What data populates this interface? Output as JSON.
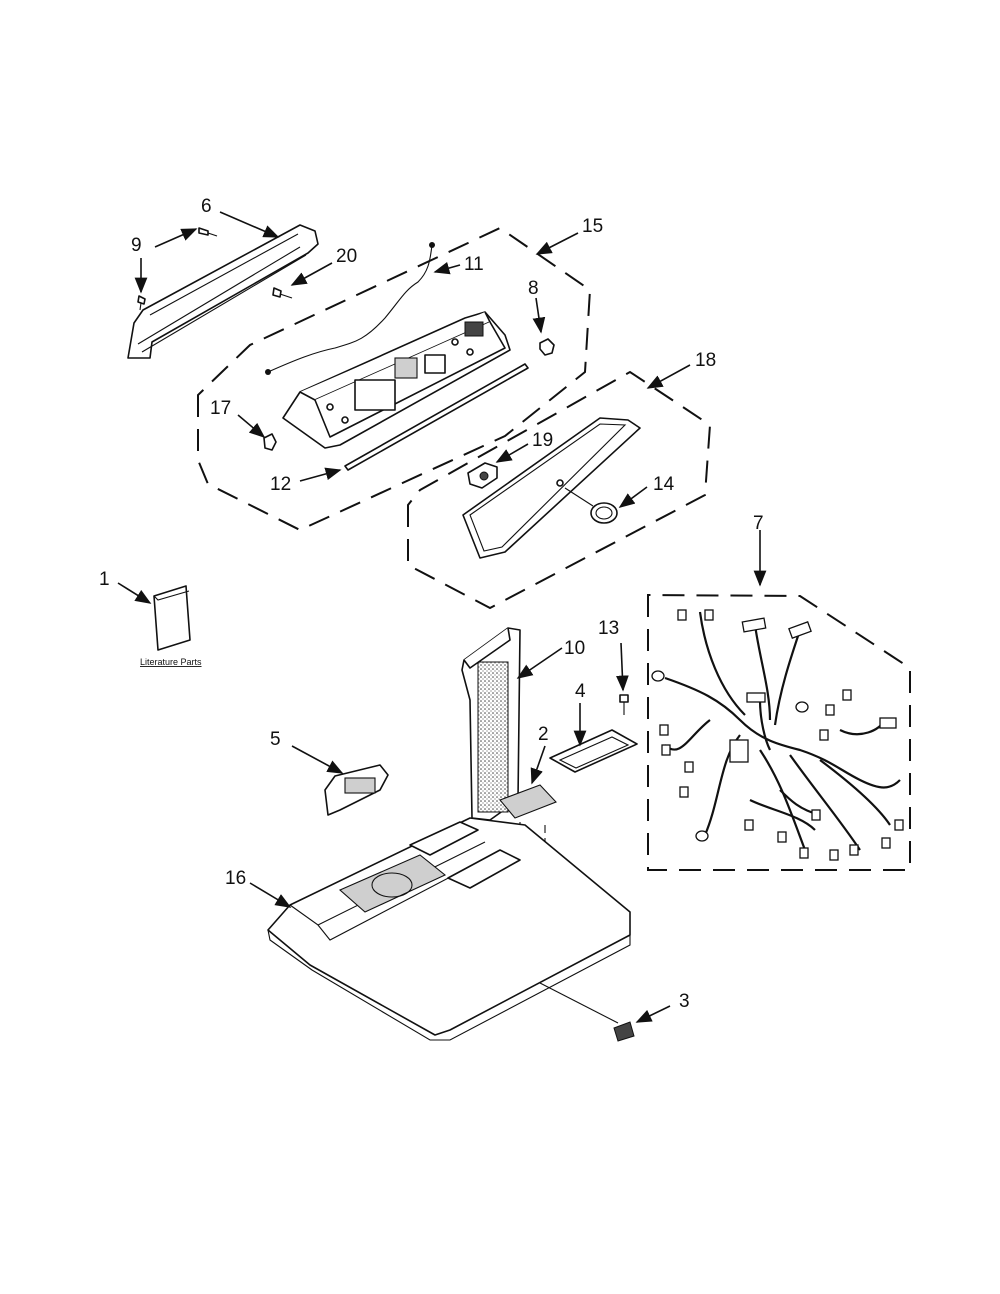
{
  "callouts": {
    "c1": "1",
    "c2": "2",
    "c3": "3",
    "c4": "4",
    "c5": "5",
    "c6": "6",
    "c7": "7",
    "c8": "8",
    "c9": "9",
    "c10": "10",
    "c11": "11",
    "c12": "12",
    "c13": "13",
    "c14": "14",
    "c15": "15",
    "c16": "16",
    "c17": "17",
    "c18": "18",
    "c19": "19",
    "c20": "20"
  },
  "literature_label": "Literature Parts"
}
